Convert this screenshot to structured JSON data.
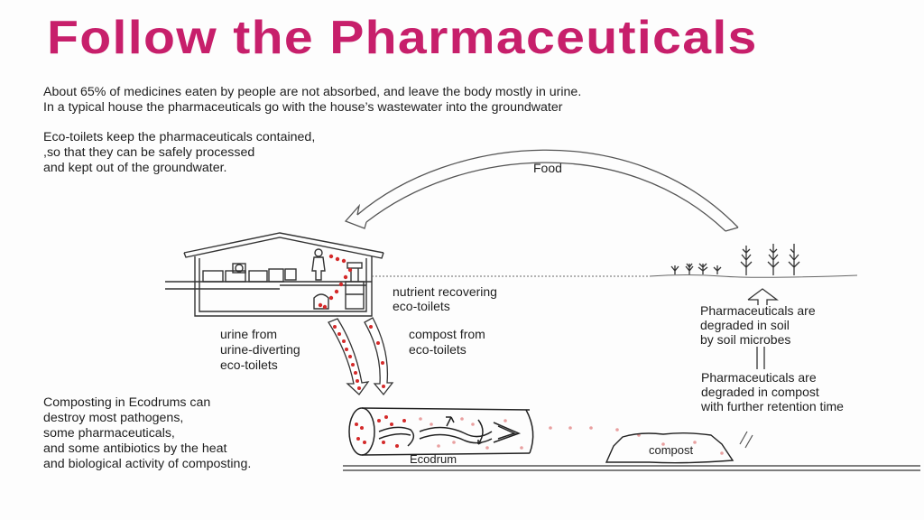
{
  "title": "Follow the Pharmaceuticals",
  "intro": {
    "line1": "About 65% of medicines eaten by people are not absorbed, and leave the body mostly in urine.",
    "line2": "In a typical house the pharmaceuticals go with the house’s wastewater into the groundwater"
  },
  "ecotoilets_note": {
    "line1": "Eco-toilets keep the pharmaceuticals contained,",
    "line2": ",so that they can be safely processed",
    "line3": "and kept out of the groundwater."
  },
  "labels": {
    "food": "Food",
    "nutrient_recovering": [
      "nutrient recovering",
      "eco-toilets"
    ],
    "urine_from": [
      "urine from",
      "urine-diverting",
      "eco-toilets"
    ],
    "compost_from": [
      "compost from",
      "eco-toilets"
    ],
    "degraded_soil": [
      "Pharmaceuticals are",
      "degraded in soil",
      "by soil microbes"
    ],
    "degraded_compost": [
      "Pharmaceuticals are",
      "degraded in compost",
      "with further retention time"
    ],
    "ecodrum": "Ecodrum",
    "compost": "compost"
  },
  "composting_note": [
    "Composting in Ecodrums can",
    "destroy most pathogens,",
    "some pharmaceuticals,",
    "and some antibiotics by the heat",
    "and biological activity of composting."
  ],
  "colors": {
    "title": "#c71f6b",
    "pharma_dots": "#d42a2a",
    "pharma_dots_faint": "#e9a0a0",
    "ink": "#2a2a2a"
  }
}
